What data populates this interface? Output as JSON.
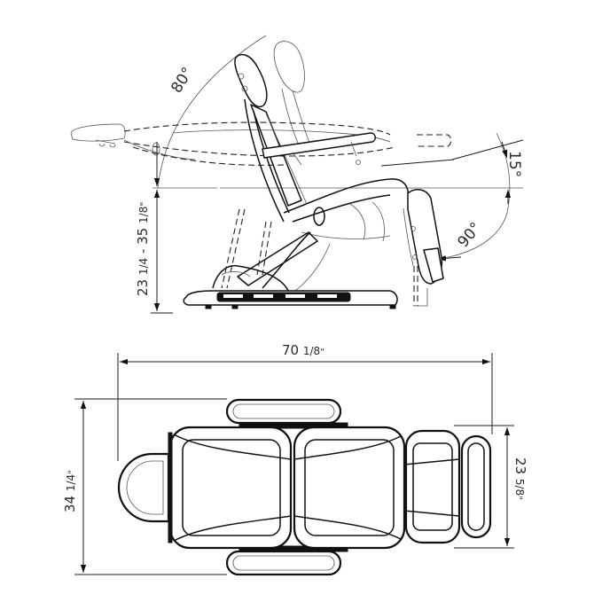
{
  "diagram": {
    "subject": "electric treatment chair dimension drawing",
    "views": [
      "side-view",
      "top-view"
    ],
    "side_view": {
      "backrest_angle": {
        "value": "80",
        "unit": "°"
      },
      "leg_tilt_angle": {
        "value": "15",
        "unit": "°"
      },
      "leg_rest_angle": {
        "value": "90",
        "unit": "°"
      },
      "seat_height": {
        "whole_min": "23",
        "frac_min": "1/4",
        "sep": " - ",
        "whole_max": "35",
        "frac_max": "1/8",
        "unit": "\""
      }
    },
    "top_view": {
      "overall_length": {
        "whole": "70",
        "frac": "1/8",
        "unit": "\""
      },
      "overall_width": {
        "whole": "34",
        "frac": "1/4",
        "unit": "\""
      },
      "body_width": {
        "whole": "23",
        "frac": "5/8",
        "unit": "\""
      }
    },
    "colors": {
      "line": "#111111",
      "background": "#ffffff",
      "text": "#2a2a2a"
    }
  }
}
